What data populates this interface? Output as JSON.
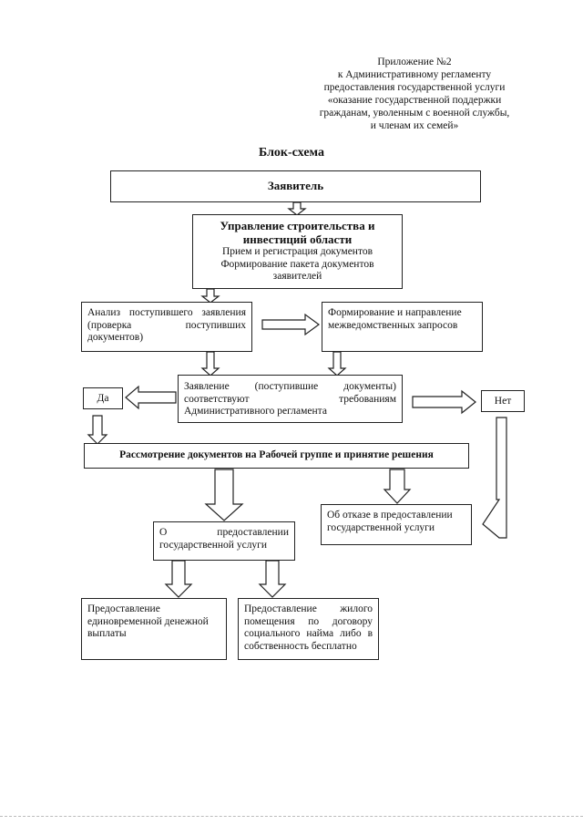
{
  "header": {
    "lines": [
      "Приложение №2",
      "к Административному регламенту",
      "предоставления государственной услуги",
      "«оказание государственной поддержки",
      "гражданам, уволенным с военной службы,",
      "и членам их семей»"
    ]
  },
  "title": "Блок-схема",
  "boxes": {
    "applicant": "Заявитель",
    "department": {
      "title_line1": "Управление строительства и",
      "title_line2": "инвестиций области",
      "line1": "Прием и регистрация документов",
      "line2": "Формирование пакета документов",
      "line3": "заявителей"
    },
    "analysis": "Анализ поступившего заявления (проверка поступивших документов)",
    "requests": "Формирование и направление межведомственных запросов",
    "compliance": "Заявление (поступившие документы) соответствуют требованиям Административного регламента",
    "yes": "Да",
    "no": "Нет",
    "review": "Рассмотрение документов на Рабочей группе и принятие решения",
    "refusal": "Об отказе в предоставлении государственной услуги",
    "provision": "О предоставлении государственной услуги",
    "payment": "Предоставление единовременной денежной выплаты",
    "housing": "Предоставление жилого помещения по договору социального найма либо в собственность бесплатно"
  }
}
